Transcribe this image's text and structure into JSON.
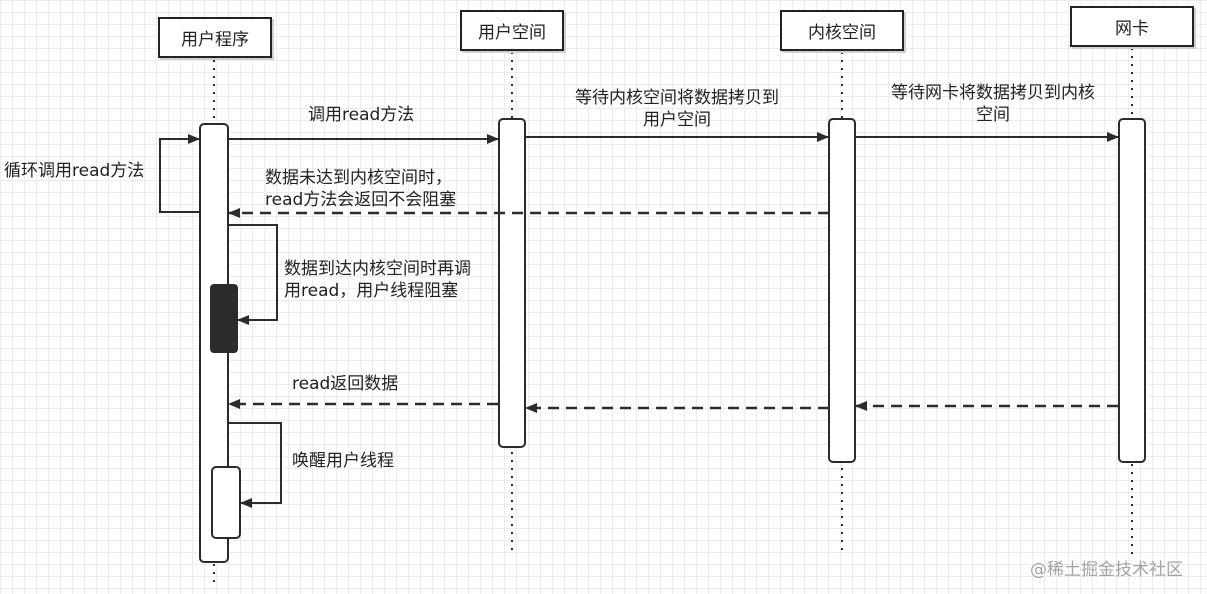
{
  "participants": {
    "user_program": "用户程序",
    "user_space": "用户空间",
    "kernel_space": "内核空间",
    "nic": "网卡"
  },
  "messages": {
    "call_read": "调用read方法",
    "wait_kernel_line1": "等待内核空间将数据拷贝到",
    "wait_kernel_line2": "用户空间",
    "wait_nic_line1": "等待网卡将数据拷贝到内核",
    "wait_nic_line2": "空间",
    "loop_call": "循环调用read方法",
    "not_arrived_line1": "数据未达到内核空间时，",
    "not_arrived_line2": "read方法会返回不会阻塞",
    "arrived_line1": "数据到达内核空间时再调",
    "arrived_line2": "用read，用户线程阻塞",
    "read_return": "read返回数据",
    "wake_thread": "唤醒用户线程"
  },
  "watermark": "@稀土掘金技术社区",
  "colors": {
    "line": "#2b2b2b",
    "blocked_activation": "#2b2b2b",
    "watermark": "#a3a3a3"
  }
}
